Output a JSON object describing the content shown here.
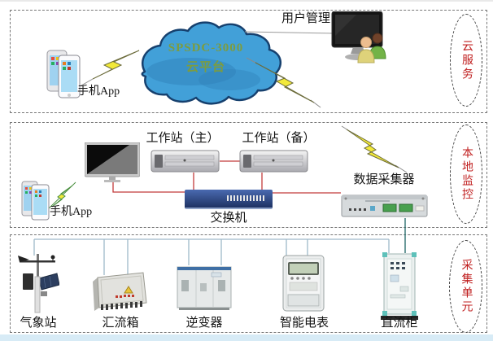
{
  "diagram": {
    "cloud": {
      "line1": "SPSDC-3000",
      "line2": "云平台"
    },
    "sections": [
      {
        "badge": "云服务"
      },
      {
        "badge": "本地监控"
      },
      {
        "badge": "采集单元"
      }
    ],
    "labels": {
      "user_management": "用户管理",
      "phone_app_top": "手机App",
      "phone_app_mid": "手机App",
      "workstation_main": "工作站（主）",
      "workstation_backup": "工作站（备）",
      "data_collector": "数据采集器",
      "switch": "交换机",
      "weather_station": "气象站",
      "combiner_box": "汇流箱",
      "inverter": "逆变器",
      "smart_meter": "智能电表",
      "dc_cabinet": "直流柜"
    },
    "colors": {
      "cloud_fill": "#42a0d8",
      "cloud_text": "#7d9c3e",
      "badge_text": "#c02020",
      "line_red": "#c23b3b",
      "line_teal": "#9fb9c9",
      "line_dark_teal": "#2e6f6f",
      "lightning_yellow": "#f2e93a"
    }
  }
}
